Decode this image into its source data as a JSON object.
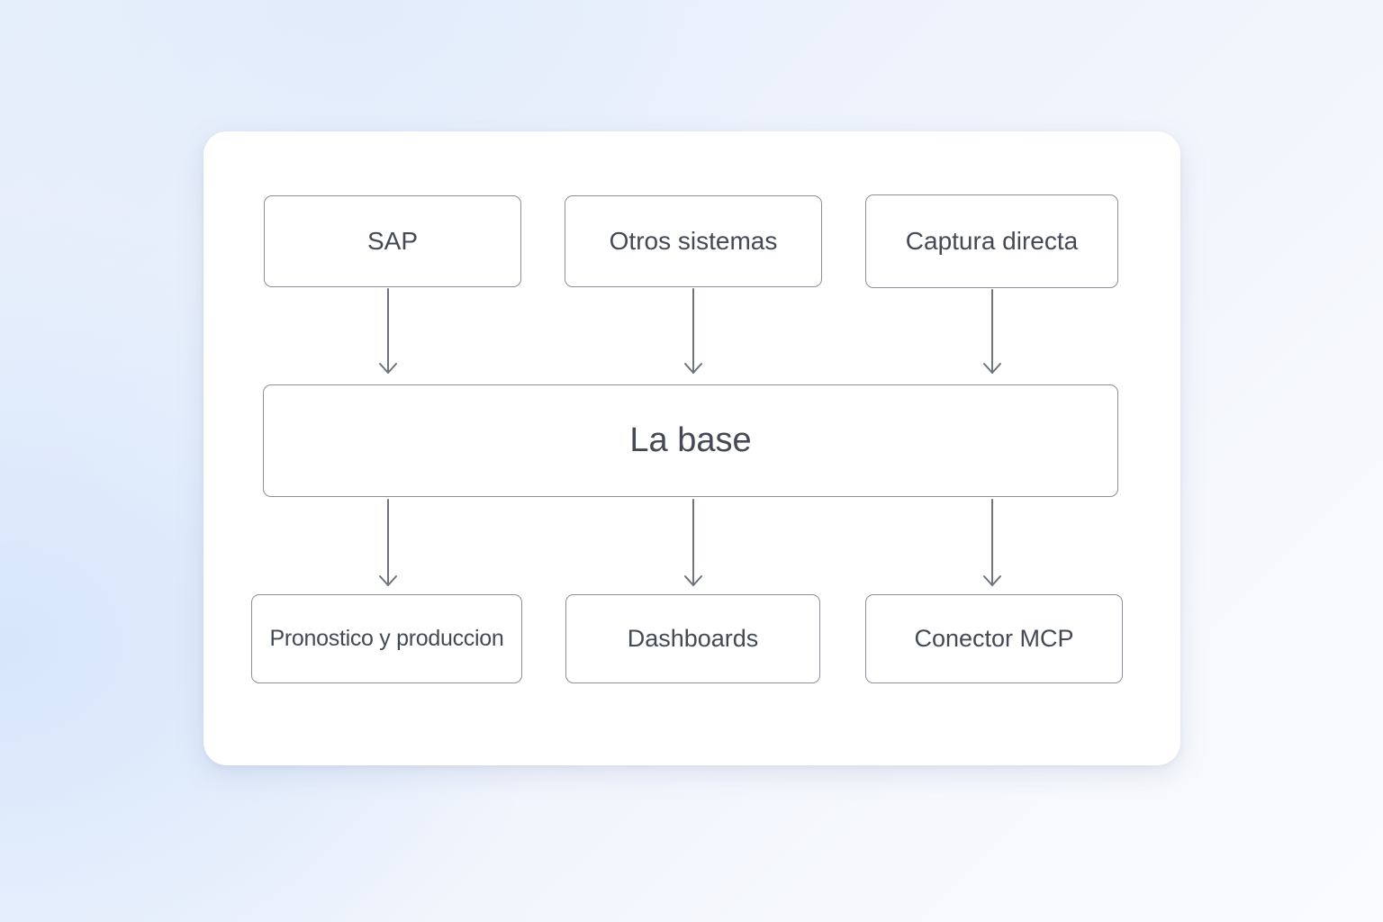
{
  "diagram": {
    "sources": [
      {
        "label": "SAP"
      },
      {
        "label": "Otros sistemas"
      },
      {
        "label": "Captura directa"
      }
    ],
    "center": {
      "label": "La base"
    },
    "outputs": [
      {
        "label": "Pronostico y produccion"
      },
      {
        "label": "Dashboards"
      },
      {
        "label": "Conector MCP"
      }
    ],
    "edges": [
      {
        "from": "SAP",
        "to": "La base"
      },
      {
        "from": "Otros sistemas",
        "to": "La base"
      },
      {
        "from": "Captura directa",
        "to": "La base"
      },
      {
        "from": "La base",
        "to": "Pronostico y produccion"
      },
      {
        "from": "La base",
        "to": "Dashboards"
      },
      {
        "from": "La base",
        "to": "Conector MCP"
      }
    ]
  },
  "colors": {
    "node_border": "#8a8f99",
    "text": "#444a55",
    "arrow": "#6e737c"
  }
}
